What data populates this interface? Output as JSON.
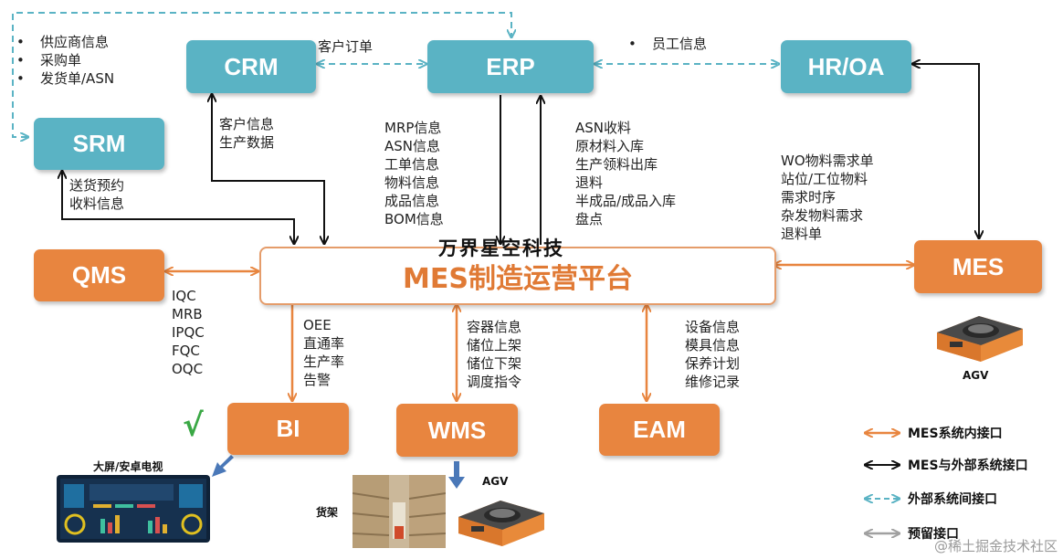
{
  "systems": {
    "crm": "CRM",
    "erp": "ERP",
    "hroa": "HR/OA",
    "srm": "SRM",
    "qms": "QMS",
    "mes": "MES",
    "bi": "BI",
    "wms": "WMS",
    "eam": "EAM"
  },
  "platform": {
    "label": "MES制造运营平台",
    "watermark": "万界星空科技"
  },
  "labels": {
    "supplier": [
      "供应商信息",
      "采购单",
      "发货单/ASN"
    ],
    "customer_order": "客户订单",
    "employee": "员工信息",
    "crm_mes": [
      "客户信息",
      "生产数据"
    ],
    "srm_mes": [
      "送货预约",
      "收料信息"
    ],
    "erp_down": [
      "MRP信息",
      "ASN信息",
      "工单信息",
      "物料信息",
      "成品信息",
      "BOM信息"
    ],
    "erp_up": [
      "ASN收料",
      "原材料入库",
      "生产领料出库",
      "退料",
      "半成品/成品入库",
      "盘点"
    ],
    "hr_mes": [
      "WO物料需求单",
      "站位/工位物料",
      "需求时序",
      "杂发物料需求",
      "退料单"
    ],
    "qms": [
      "IQC",
      "MRB",
      "IPQC",
      "FQC",
      "OQC"
    ],
    "bi": [
      "OEE",
      "直通率",
      "生产率",
      "告警"
    ],
    "wms": [
      "容器信息",
      "储位上架",
      "储位下架",
      "调度指令"
    ],
    "eam": [
      "设备信息",
      "模具信息",
      "保养计划",
      "维修记录"
    ]
  },
  "devices": {
    "agv_mes": "AGV",
    "agv_wms": "AGV",
    "screen": "大屏/安卓电视",
    "shelf": "货架",
    "check": "√"
  },
  "legend": [
    {
      "label": "MES系统内接口",
      "color": "#e8853f",
      "style": "solid"
    },
    {
      "label": "MES与外部系统接口",
      "color": "#111111",
      "style": "solid"
    },
    {
      "label": "外部系统间接口",
      "color": "#5ab3c4",
      "style": "dashed"
    },
    {
      "label": "预留接口",
      "color": "#a0a0a0",
      "style": "solid"
    }
  ],
  "credit": "@稀土掘金技术社区",
  "colors": {
    "teal": "#5ab3c4",
    "orange": "#e8853f",
    "black": "#111111",
    "gray": "#a0a0a0",
    "blue": "#4a78b8"
  }
}
